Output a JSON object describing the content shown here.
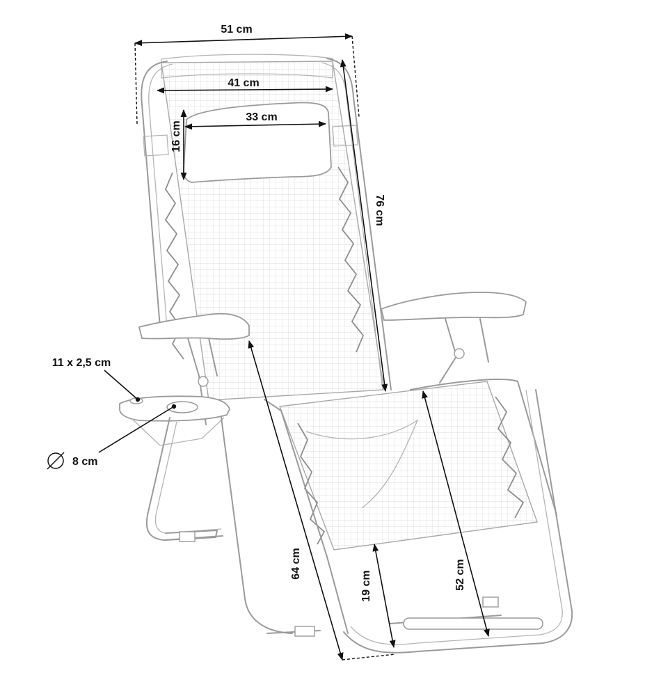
{
  "dimensions": {
    "total_width": "51 cm",
    "frame_width": "41 cm",
    "pillow_width": "33 cm",
    "pillow_height": "16 cm",
    "backrest_length": "76 cm",
    "tray_size": "11 x 2,5 cm",
    "cup_holder_diameter": "8 cm",
    "leg_length": "64 cm",
    "seat_length": "52 cm",
    "foot_height": "19 cm"
  },
  "icons": {
    "diameter_symbol": "diameter-icon"
  },
  "colors": {
    "line_art": "#9a9a9a",
    "dimension_lines": "#111111"
  }
}
